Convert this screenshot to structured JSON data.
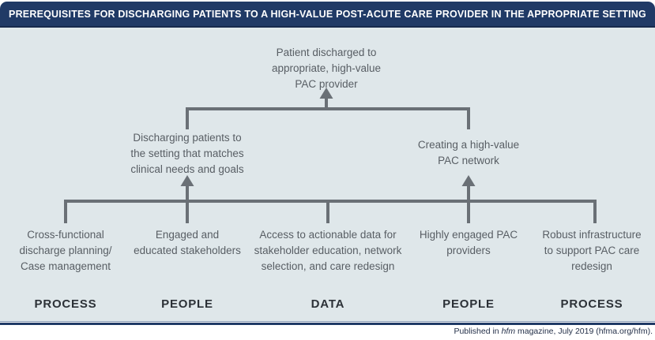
{
  "header": {
    "title": "PREREQUISITES FOR DISCHARGING PATIENTS TO A HIGH-VALUE POST-ACUTE CARE PROVIDER IN THE APPROPRIATE SETTING"
  },
  "diagram": {
    "root": {
      "text": "Patient discharged to\nappropriate, high-value\nPAC provider"
    },
    "level2": [
      {
        "text": "Discharging patients to\nthe setting that matches\nclinical needs and goals"
      },
      {
        "text": "Creating a high-value\nPAC network"
      }
    ],
    "level3": [
      {
        "text": "Cross-functional\ndischarge planning/\nCase management",
        "category": "PROCESS"
      },
      {
        "text": "Engaged and\neducated stakeholders",
        "category": "PEOPLE"
      },
      {
        "text": "Access to actionable data for\nstakeholder education, network\nselection, and care redesign",
        "category": "DATA"
      },
      {
        "text": "Highly engaged PAC\nproviders",
        "category": "PEOPLE"
      },
      {
        "text": "Robust infrastructure\nto support PAC care\nredesign",
        "category": "PROCESS"
      }
    ]
  },
  "footer": {
    "prefix": "Published in ",
    "italic_word": "hfm",
    "suffix": " magazine, July 2019 (hfma.org/hfm)."
  },
  "colors": {
    "header_bg": "#203a66",
    "header_border": "#16294c",
    "background": "#dfe7ea",
    "connector": "#6a7076",
    "node_text": "#585e64",
    "category_text": "#2c3137",
    "footer_rule": "#203a66",
    "citation_text": "#243049"
  }
}
